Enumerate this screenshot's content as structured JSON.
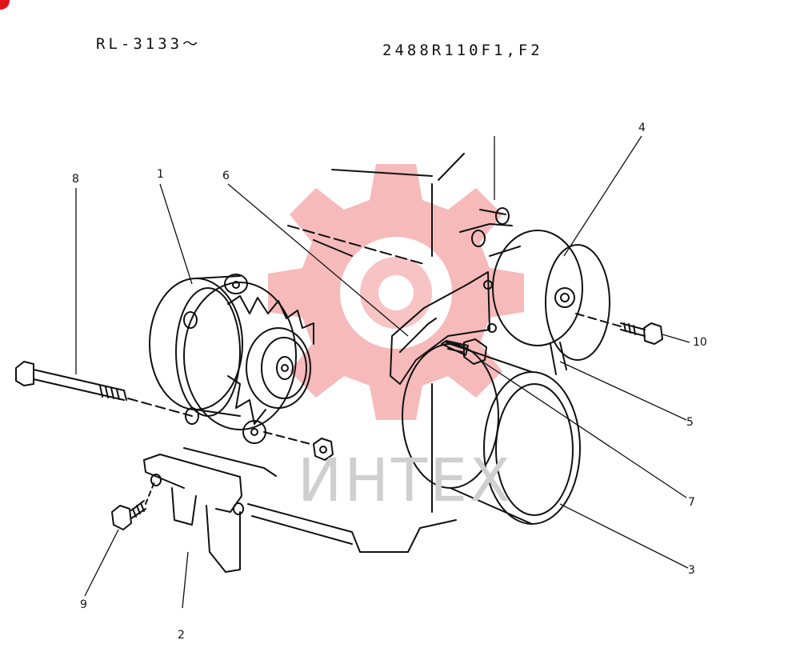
{
  "header": {
    "left_code": "RL-3133〜",
    "right_code": "2488R110F1,F2"
  },
  "watermark": {
    "text": "ИНТЕХ",
    "color": "#f4a3a3"
  },
  "callouts": [
    {
      "id": "c1",
      "label": "1"
    },
    {
      "id": "c2",
      "label": "2"
    },
    {
      "id": "c3",
      "label": "3"
    },
    {
      "id": "c4",
      "label": "4"
    },
    {
      "id": "c5",
      "label": "5"
    },
    {
      "id": "c6",
      "label": "6"
    },
    {
      "id": "c7",
      "label": "7"
    },
    {
      "id": "c8",
      "label": "8"
    },
    {
      "id": "c9",
      "label": "9"
    },
    {
      "id": "c10",
      "label": "10"
    }
  ]
}
